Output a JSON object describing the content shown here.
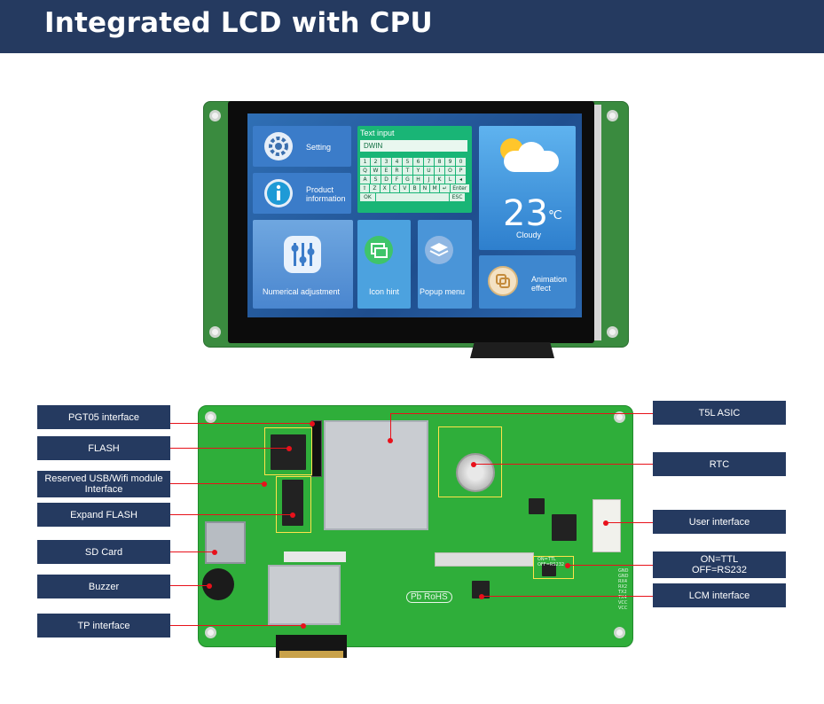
{
  "header": {
    "title": "Integrated LCD with CPU"
  },
  "screen": {
    "setting_label": "Setting",
    "product_label": "Product information",
    "text_input_title": "Text input",
    "text_input_value": "DWIN",
    "keyboard_rows": [
      [
        "1",
        "2",
        "3",
        "4",
        "5",
        "6",
        "7",
        "8",
        "9",
        "0"
      ],
      [
        "Q",
        "W",
        "E",
        "R",
        "T",
        "Y",
        "U",
        "I",
        "O",
        "P"
      ],
      [
        "A",
        "S",
        "D",
        "F",
        "G",
        "H",
        "J",
        "K",
        "L",
        "◂"
      ],
      [
        "⇧",
        "Z",
        "X",
        "C",
        "V",
        "B",
        "N",
        "M",
        "↵",
        "Enter"
      ]
    ],
    "ok_key": "OK",
    "esc_key": "ESC",
    "temperature": "23",
    "temperature_unit": "℃",
    "weather": "Cloudy",
    "numerical_label": "Numerical adjustment",
    "icon_hint_label": "Icon hint",
    "popup_label": "Popup menu",
    "animation_label": "Animation effect"
  },
  "board": {
    "rohs_label": "RoHS",
    "pb_label": "Pb",
    "pin_labels": [
      "GND",
      "GND",
      "RX4",
      "RX2",
      "TX2",
      "TX4",
      "VCC",
      "VCC"
    ],
    "ttl_label": "ON=TTL OFF=RS232"
  },
  "callouts_left": [
    "PGT05 interface",
    "FLASH",
    "Reserved USB/Wifi module Interface",
    "Expand FLASH",
    "SD Card",
    "Buzzer",
    "TP interface"
  ],
  "callouts_right": [
    "T5L ASIC",
    "RTC",
    "User interface",
    "ON=TTL\nOFF=RS232",
    "LCM interface"
  ],
  "colors": {
    "banner": "#253a60",
    "callout_line": "#e8111b",
    "pcb_green": "#2fae3a"
  }
}
